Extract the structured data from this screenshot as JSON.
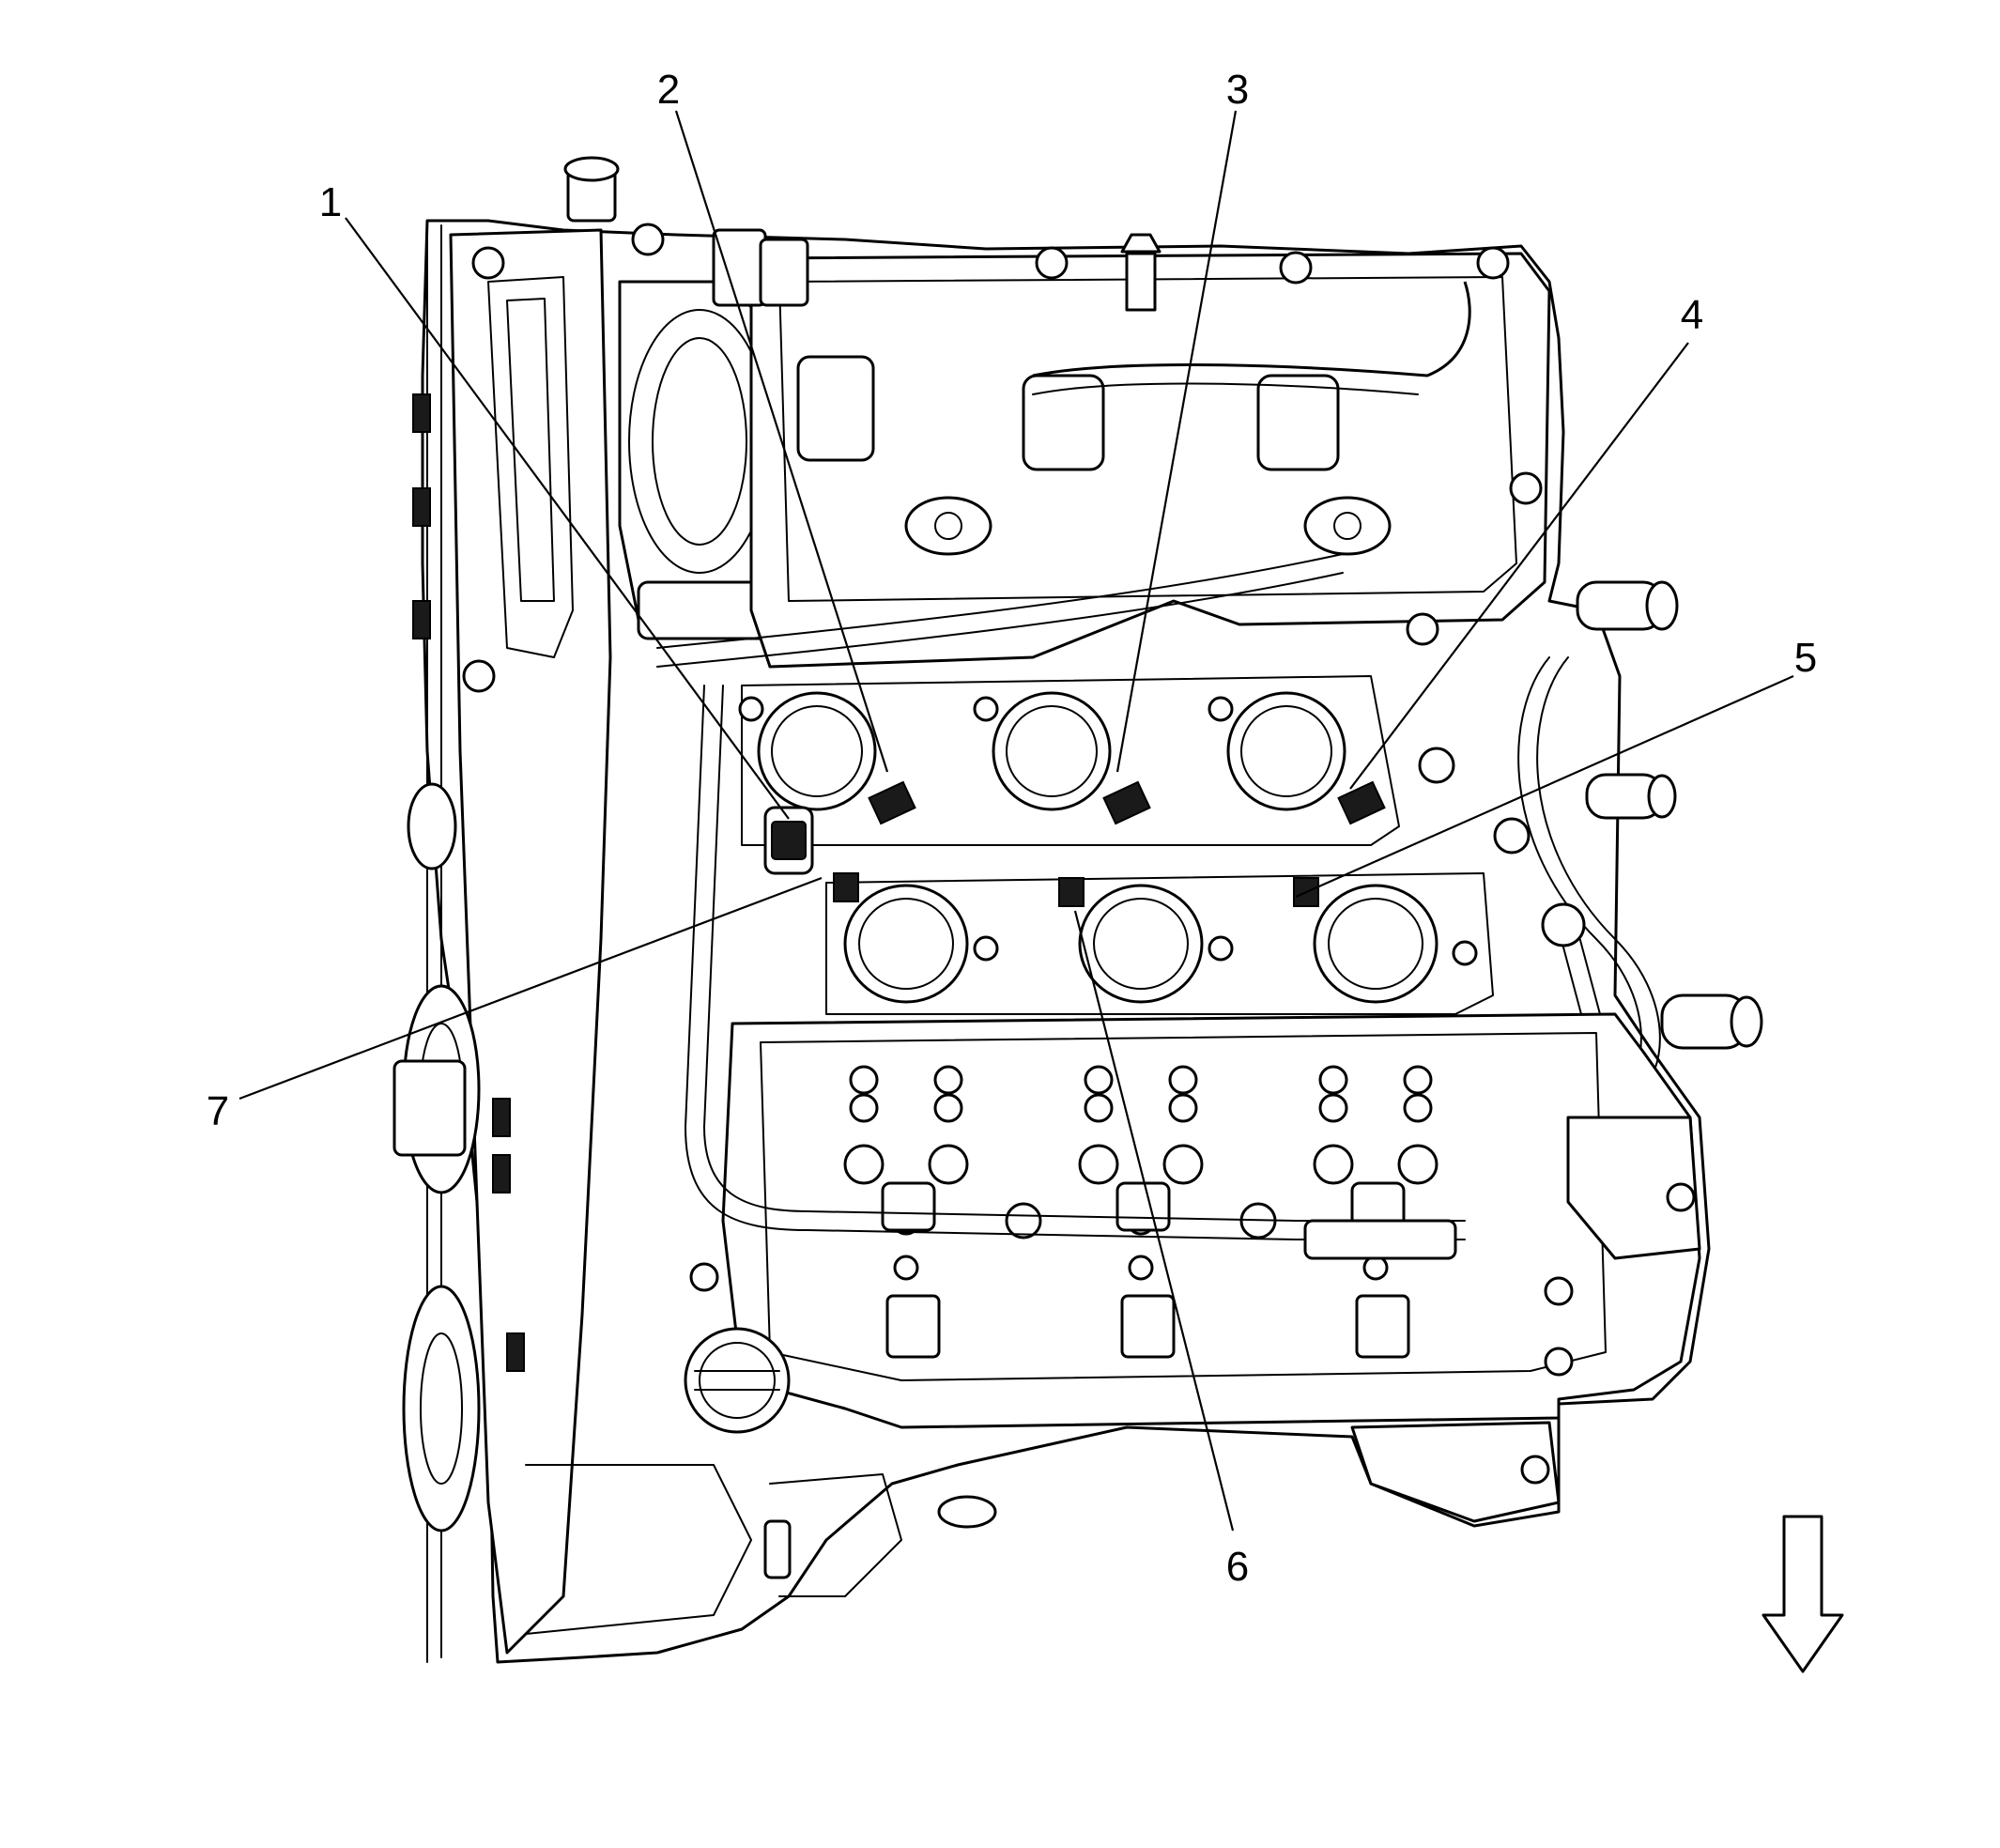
{
  "callouts": [
    {
      "id": "1",
      "label": "1"
    },
    {
      "id": "2",
      "label": "2"
    },
    {
      "id": "3",
      "label": "3"
    },
    {
      "id": "4",
      "label": "4"
    },
    {
      "id": "5",
      "label": "5"
    },
    {
      "id": "6",
      "label": "6"
    },
    {
      "id": "7",
      "label": "7"
    }
  ],
  "icons": {
    "direction_arrow": "down-arrow-icon"
  },
  "colors": {
    "line": "#000000",
    "background": "#ffffff"
  }
}
